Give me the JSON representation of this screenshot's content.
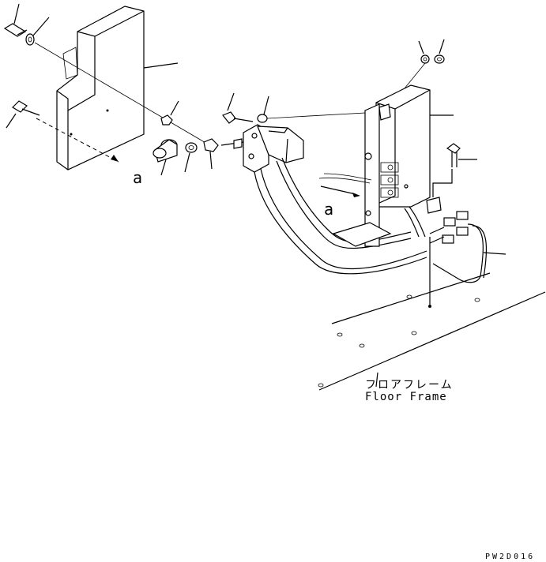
{
  "labels": {
    "view_marker_1": "a",
    "view_marker_2": "a",
    "floor_frame_jp": "フロアフレーム",
    "floor_frame_en": "Floor Frame",
    "drawing_code": "PW2D016"
  },
  "colors": {
    "line": "#000000",
    "background": "#ffffff"
  }
}
